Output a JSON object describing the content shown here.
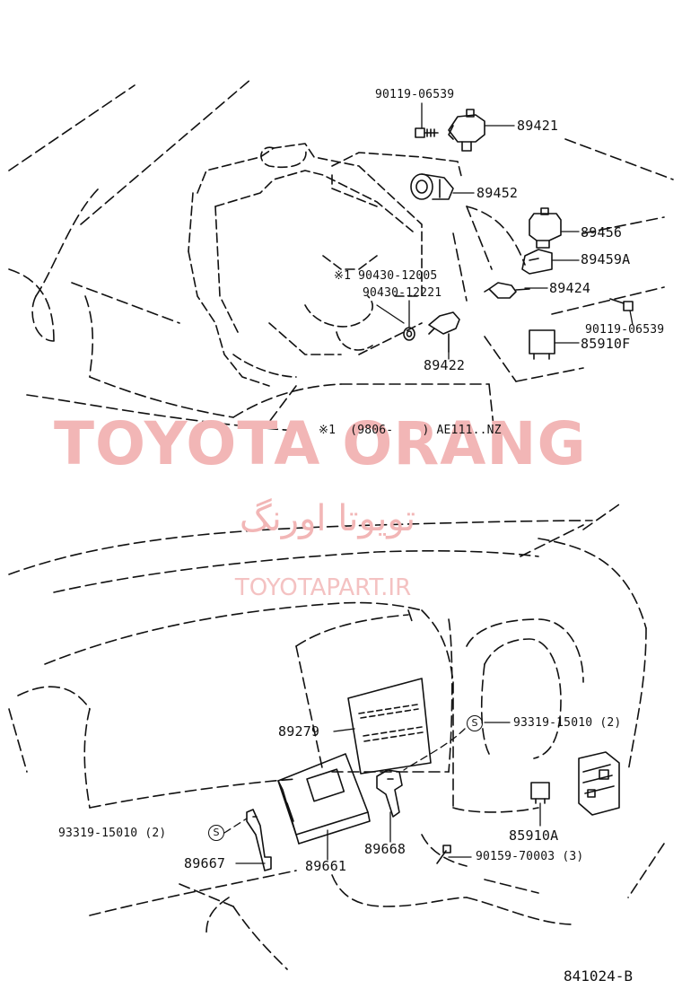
{
  "diagram": {
    "engine_section": {
      "labels": {
        "p89421_bolt": "90119-06539",
        "p89421": "89421",
        "p89452": "89452",
        "p89456": "89456",
        "p89459a": "89459A",
        "p90430_a": "※1 90430-12005",
        "p90430_b": "90430-12221",
        "p89424": "89424",
        "p89424_bolt": "90119-06539",
        "p85910f": "85910F",
        "p89422": "89422"
      },
      "note": "※1  (9806-    ) AE111..NZ"
    },
    "dash_section": {
      "labels": {
        "p89279": "89279",
        "p93319_right": "93319-15010 (2)",
        "p93319_left": "93319-15010 (2)",
        "p85910a": "85910A",
        "p89667": "89667",
        "p89661": "89661",
        "p89668": "89668",
        "p90159": "90159-70003 (3)"
      },
      "s_marker": "S"
    },
    "watermark": {
      "brand": "TOYOTA ORANG",
      "brand_fa": "تویوتا اورنگ",
      "site": "TOYOTAPART.IR"
    },
    "figure_code": "841024-B"
  }
}
